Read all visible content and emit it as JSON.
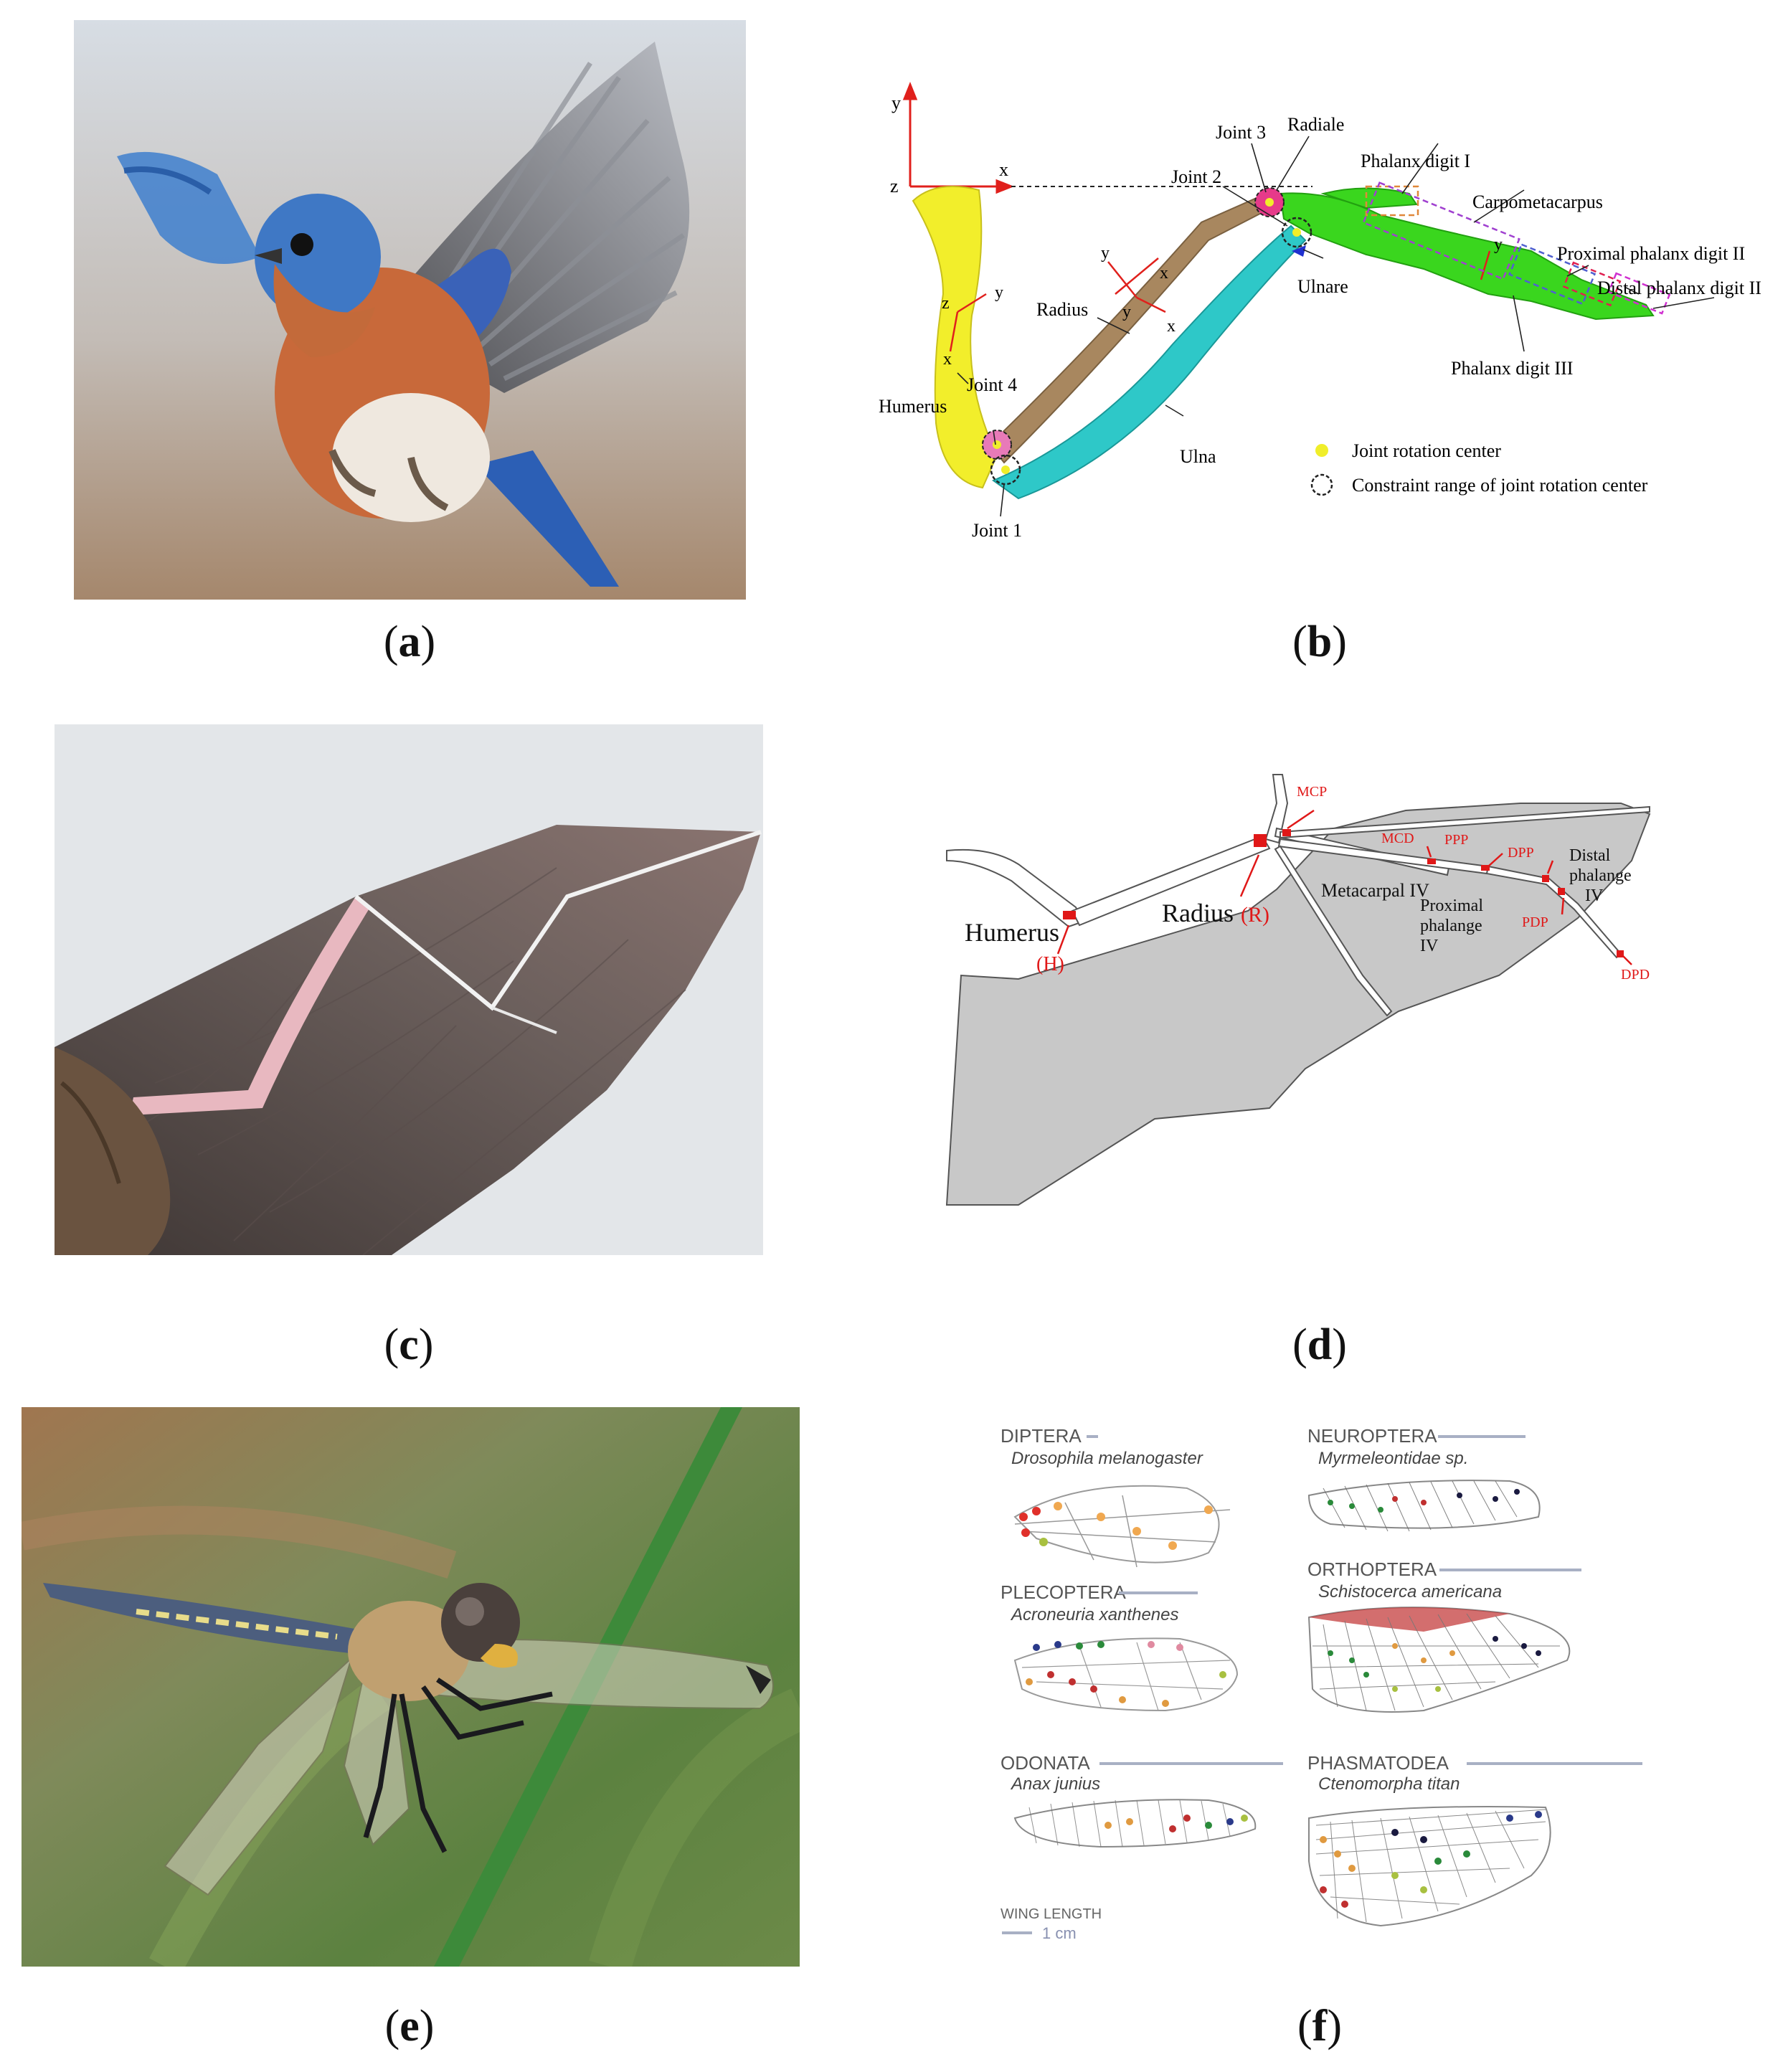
{
  "panels": {
    "a": {
      "caption_open": "(",
      "caption_letter": "a",
      "caption_close": ")"
    },
    "b": {
      "caption_open": "(",
      "caption_letter": "b",
      "caption_close": ")",
      "labels": {
        "y_axis": "y",
        "x_axis": "x",
        "z_axis": "z",
        "joint1": "Joint 1",
        "joint2": "Joint 2",
        "joint3": "Joint 3",
        "joint4": "Joint 4",
        "radiale": "Radiale",
        "phalanx_digit_1": "Phalanx digit I",
        "carpometacarpus": "Carpometacarpus",
        "proximal_phalanx_digit_2": "Proximal phalanx digit II",
        "distal_phalanx_digit_2": "Distal phalanx digit II",
        "phalanx_digit_3": "Phalanx digit III",
        "ulnare": "Ulnare",
        "radius": "Radius",
        "ulna": "Ulna",
        "humerus": "Humerus"
      },
      "legend": {
        "rotation_center": "Joint rotation center",
        "constraint_range": "Constraint range of joint rotation center"
      },
      "colors": {
        "humerus": "#f0ee2a",
        "radius": "#a0825e",
        "ulna": "#2ec8c8",
        "hand": "#3ad61e",
        "axis": "#e0201c"
      }
    },
    "c": {
      "caption_open": "(",
      "caption_letter": "c",
      "caption_close": ")"
    },
    "d": {
      "caption_open": "(",
      "caption_letter": "d",
      "caption_close": ")",
      "labels": {
        "humerus": "Humerus",
        "h_abbr": "(H)",
        "radius": "Radius",
        "r_abbr": "(R)",
        "mcp": "MCP",
        "mcd": "MCD",
        "ppp": "PPP",
        "dpp": "DPP",
        "pdp": "PDP",
        "dpd": "DPD",
        "metacarpal": "Metacarpal IV",
        "proximal_1": "Proximal",
        "proximal_2": "phalange",
        "proximal_3": "IV",
        "distal_1": "Distal",
        "distal_2": "phalange",
        "distal_3": "IV"
      }
    },
    "e": {
      "caption_open": "(",
      "caption_letter": "e",
      "caption_close": ")"
    },
    "f": {
      "caption_open": "(",
      "caption_letter": "f",
      "caption_close": ")",
      "orders": [
        {
          "order": "DIPTERA",
          "species": "Drosophila melanogaster"
        },
        {
          "order": "NEUROPTERA",
          "species": "Myrmeleontidae sp."
        },
        {
          "order": "PLECOPTERA",
          "species": "Acroneuria xanthenes"
        },
        {
          "order": "ORTHOPTERA",
          "species": "Schistocerca americana"
        },
        {
          "order": "ODONATA",
          "species": "Anax junius"
        },
        {
          "order": "PHASMATODEA",
          "species": "Ctenomorpha titan"
        }
      ],
      "scale_title": "WING LENGTH",
      "scale_value": "1 cm"
    }
  }
}
